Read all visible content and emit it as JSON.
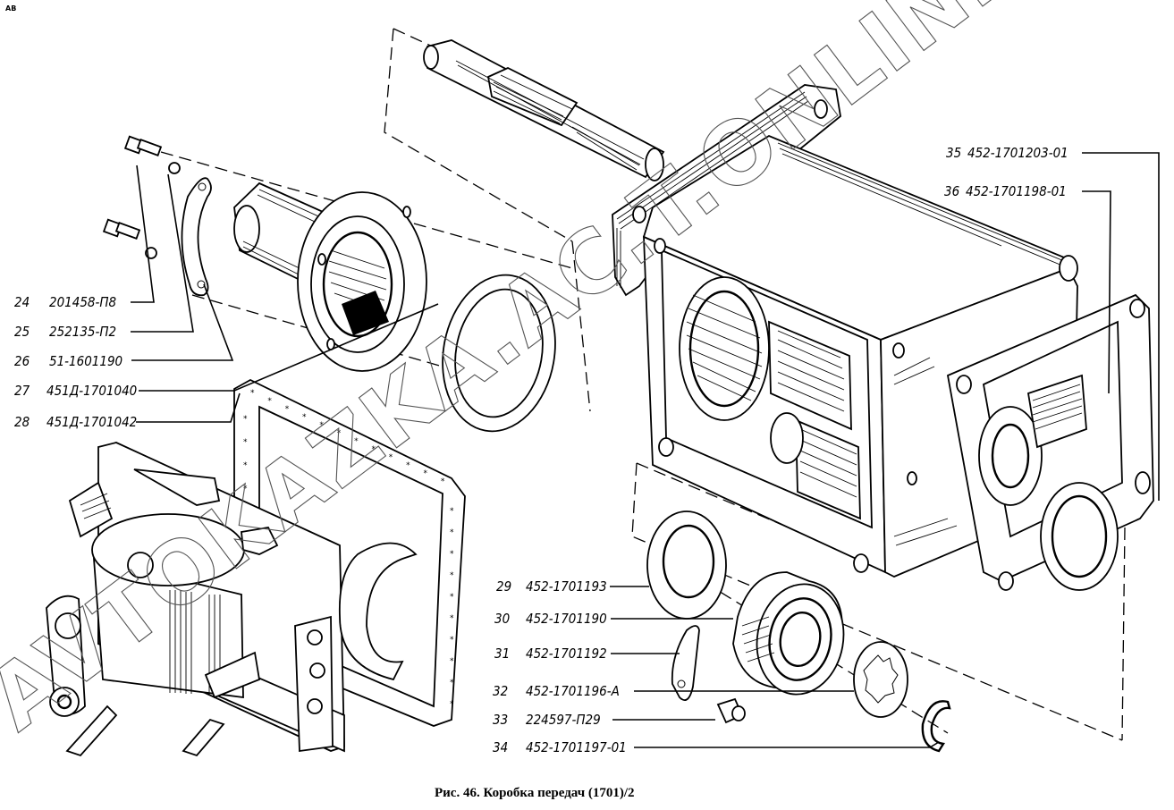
{
  "corner_mark": "АВ",
  "caption": "Рис. 46. Коробка передач (1701)/2",
  "watermark": "AVTOKAZKA.AC.T.ONLINE",
  "callouts_left": [
    {
      "num": "24",
      "part": "201458-П8"
    },
    {
      "num": "25",
      "part": "252135-П2"
    },
    {
      "num": "26",
      "part": "51-1601190"
    },
    {
      "num": "27",
      "part": "451Д-1701040"
    },
    {
      "num": "28",
      "part": "451Д-1701042"
    }
  ],
  "callouts_bottom": [
    {
      "num": "29",
      "part": "452-1701193"
    },
    {
      "num": "30",
      "part": "452-1701190"
    },
    {
      "num": "31",
      "part": "452-1701192"
    },
    {
      "num": "32",
      "part": "452-1701196-А"
    },
    {
      "num": "33",
      "part": "224597-П29"
    },
    {
      "num": "34",
      "part": "452-1701197-01"
    }
  ],
  "callouts_right": [
    {
      "num": "35",
      "part": "452-1701203-01"
    },
    {
      "num": "36",
      "part": "452-1701198-01"
    }
  ],
  "parts": [
    {
      "id": "bolt",
      "callout": "24"
    },
    {
      "id": "lock-washer",
      "callout": "25"
    },
    {
      "id": "lock-plate",
      "callout": "26"
    },
    {
      "id": "bearing-cover-gasket",
      "callout": "27"
    },
    {
      "id": "shift-cover-gasket",
      "callout": "28"
    },
    {
      "id": "thrust-washer",
      "callout": "29"
    },
    {
      "id": "ball-bearing",
      "callout": "30"
    },
    {
      "id": "lock-lever",
      "callout": "31"
    },
    {
      "id": "lock-washer-toothed",
      "callout": "32"
    },
    {
      "id": "screw",
      "callout": "33"
    },
    {
      "id": "snap-ring",
      "callout": "34"
    },
    {
      "id": "rear-cover-gasket",
      "callout": "35"
    },
    {
      "id": "rear-bearing-cover",
      "callout": "36"
    }
  ]
}
